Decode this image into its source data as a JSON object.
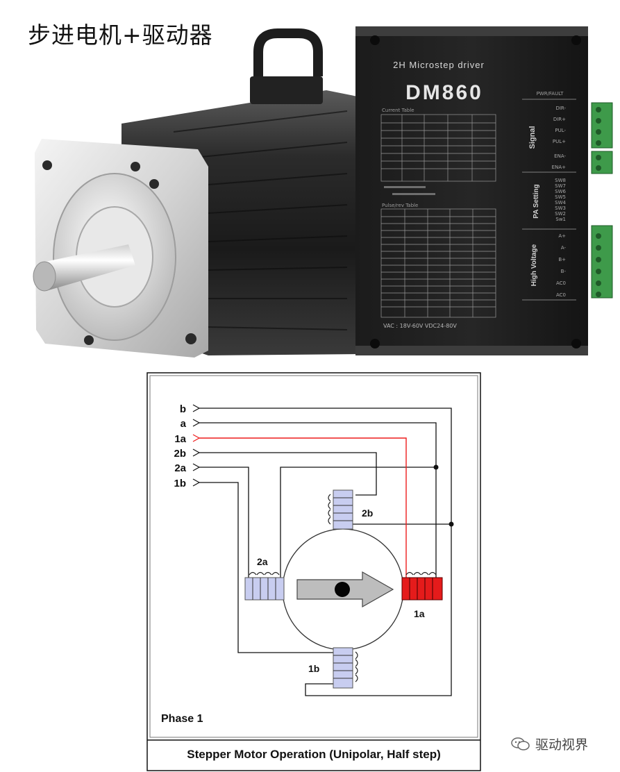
{
  "headline": "步进电机+驱动器",
  "driver": {
    "series_title": "2H Microstep driver",
    "model": "DM860",
    "current_table_title": "Current Table",
    "pulse_table_title": "Pulse/rev Table",
    "pwr_fault": "PWR/FAULT",
    "signal_group": "Signal",
    "pa_group": "PA Setting",
    "hv_group": "High Voltage",
    "signal_pins": [
      "DIR-",
      "DIR+",
      "PUL-",
      "PUL+",
      "ENA-",
      "ENA+"
    ],
    "dip_switches": [
      "SW8",
      "SW7",
      "SW6",
      "SW5",
      "SW4",
      "SW3",
      "SW2",
      "Sw1"
    ],
    "power_pins": [
      "A+",
      "A-",
      "B+",
      "B-",
      "AC0",
      "AC0"
    ],
    "supply_spec": "VAC : 18V-60V  VDC24-80V"
  },
  "diagram": {
    "inputs": [
      "b",
      "a",
      "1a",
      "2b",
      "2a",
      "1b"
    ],
    "coils": {
      "top": "2b",
      "left": "2a",
      "right": "1a",
      "bottom": "1b"
    },
    "phase": "Phase 1",
    "caption": "Stepper Motor Operation (Unipolar, Half step)",
    "colors": {
      "active_wire": "#ee1c1c",
      "active_coil": "#e51b1b",
      "coil": "#c8cdf0",
      "rotor_arrow": "#bdbdbd"
    }
  },
  "watermark": "驱动视界"
}
